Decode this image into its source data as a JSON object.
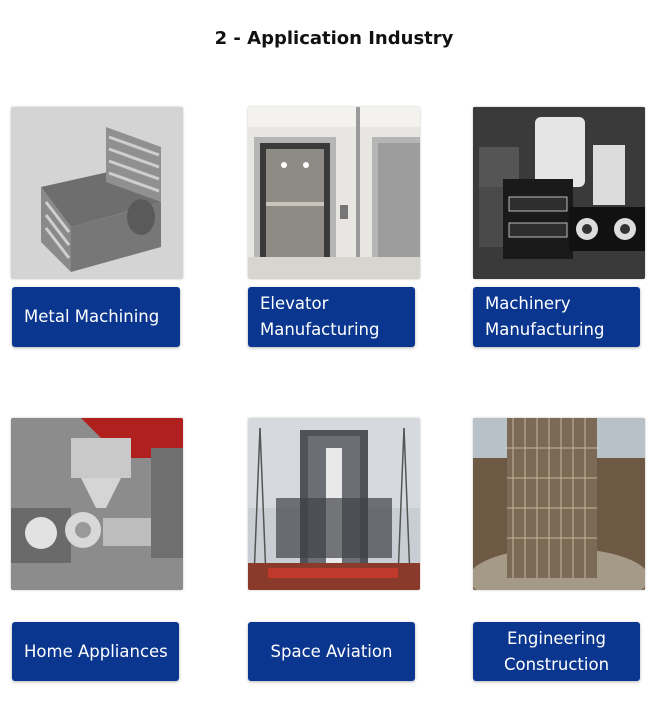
{
  "page": {
    "title": "2 - Application Industry"
  },
  "industries": [
    {
      "line1": "Metal Machining",
      "line2": ""
    },
    {
      "line1": "Elevator",
      "line2": "Manufacturing"
    },
    {
      "line1": "Machinery",
      "line2": "Manufacturing"
    },
    {
      "line1": "Home Appliances",
      "line2": ""
    },
    {
      "line1": "Space Aviation",
      "line2": ""
    },
    {
      "line1": "Engineering",
      "line2": "Construction"
    }
  ],
  "colors": {
    "button_bg": "#0a3690",
    "button_text": "#ffffff"
  }
}
